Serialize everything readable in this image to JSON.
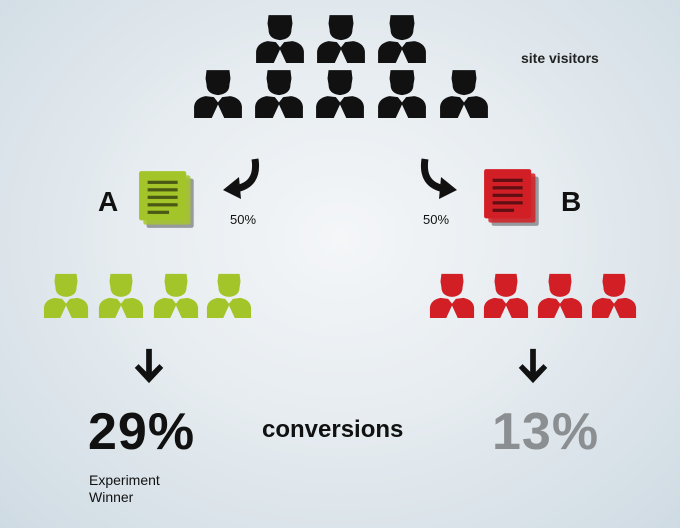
{
  "labels": {
    "site_visitors": "site visitors",
    "variant_a": "A",
    "variant_b": "B",
    "split_a": "50%",
    "split_b": "50%",
    "conversions": "conversions",
    "winner_line1": "Experiment",
    "winner_line2": "Winner"
  },
  "results": {
    "a_rate": "29%",
    "b_rate": "13%"
  },
  "colors": {
    "visitor": "#111111",
    "variant_a": "#a4c52a",
    "variant_b": "#d21f26",
    "a_rate_text": "#111111",
    "b_rate_text": "#8b8f92"
  },
  "icons": {
    "visitor": "person-icon",
    "variant_a_doc": "document-icon",
    "variant_b_doc": "document-icon",
    "arrow": "arrow-down-icon"
  }
}
